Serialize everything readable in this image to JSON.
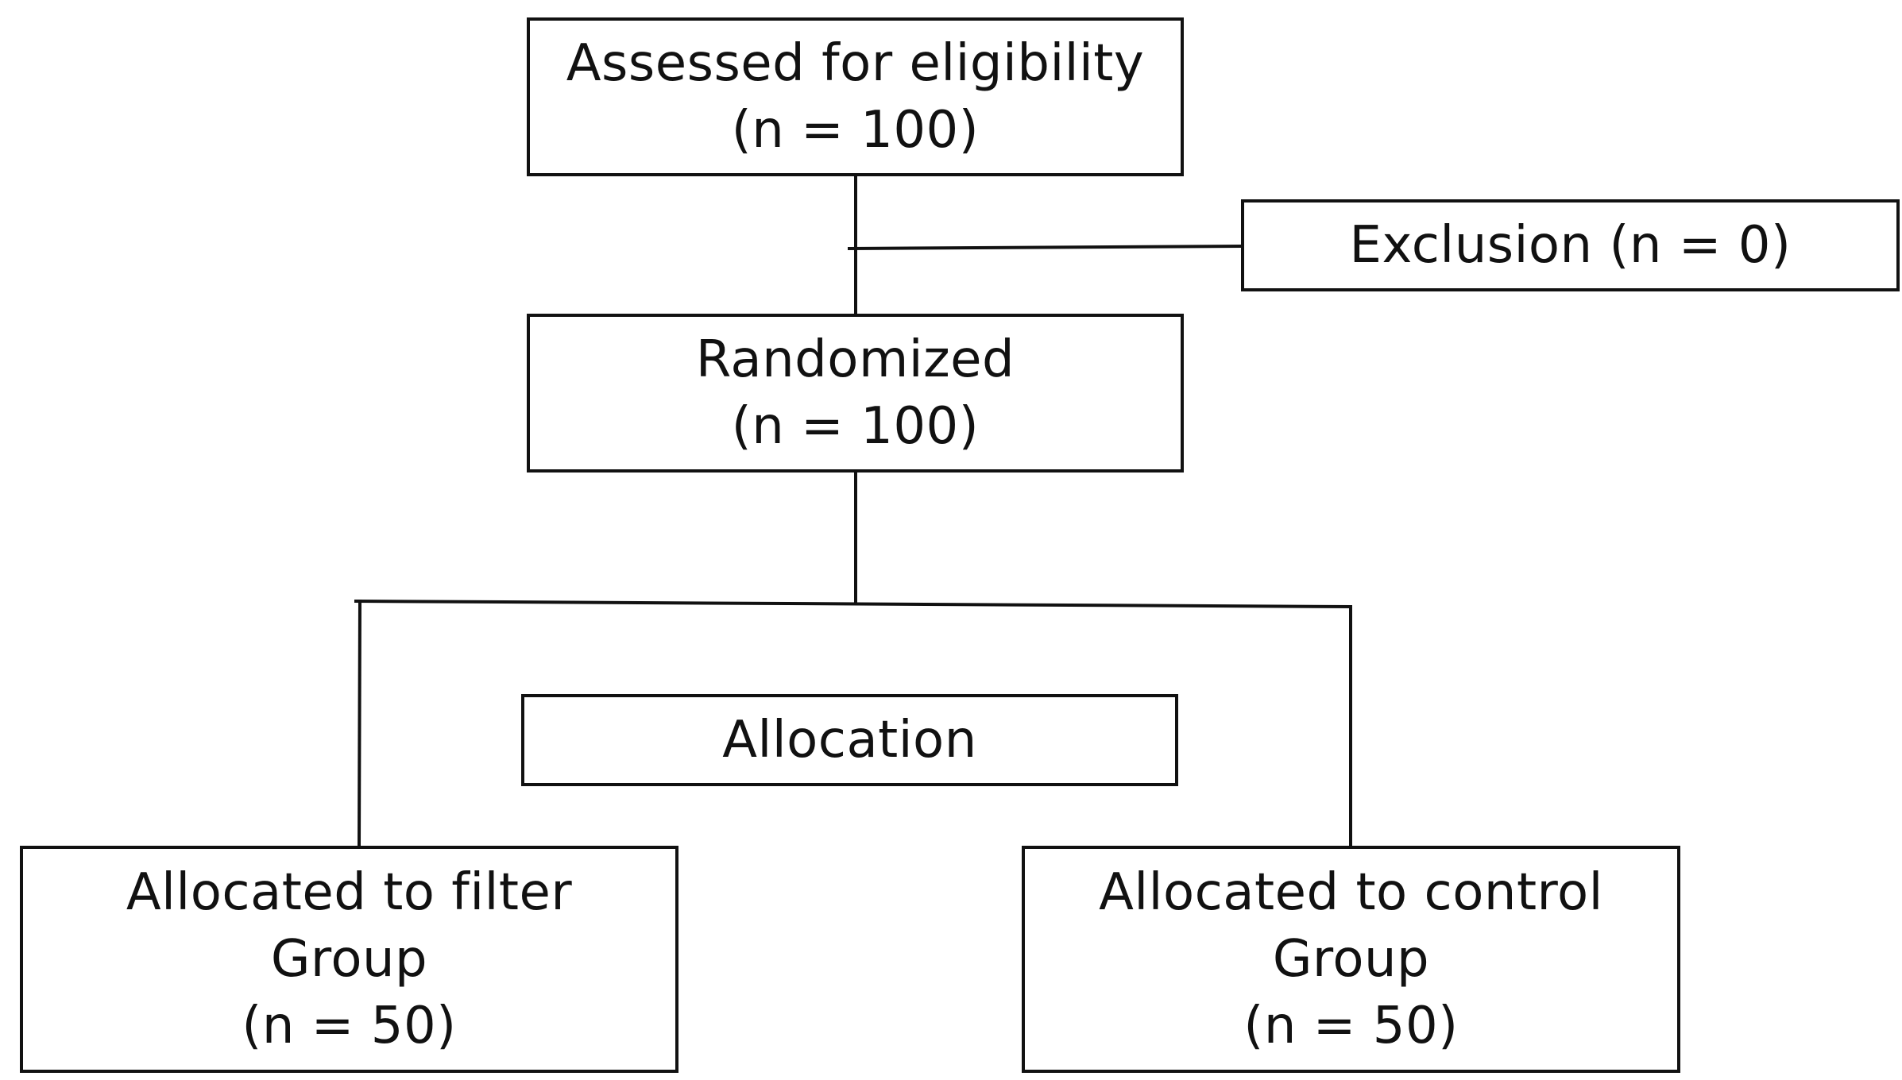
{
  "diagram": {
    "assessed": {
      "line1": "Assessed for eligibility",
      "line2": "(n = 100)"
    },
    "exclusion": {
      "line1": "Exclusion (n = 0)"
    },
    "randomized": {
      "line1": "Randomized",
      "line2": "(n = 100)"
    },
    "allocation": {
      "line1": "Allocation"
    },
    "filter_group": {
      "line1": "Allocated to filter",
      "line2": "Group",
      "line3": "(n = 50)"
    },
    "control_group": {
      "line1": "Allocated to control",
      "line2": "Group",
      "line3": "(n = 50)"
    },
    "colors": {
      "line": "#111111",
      "background": "#ffffff"
    }
  }
}
